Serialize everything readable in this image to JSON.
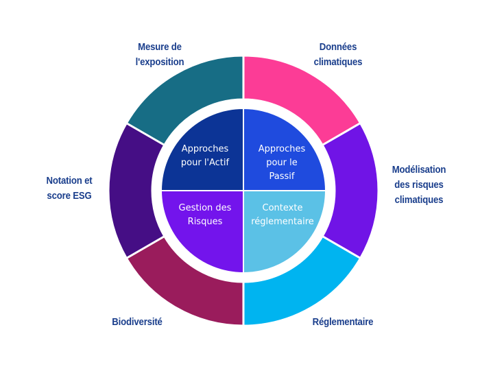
{
  "diagram": {
    "outer_segments": [
      {
        "label": "Données\nclimatiques",
        "color": "#fc3c96"
      },
      {
        "label": "Modélisation\ndes risques\nclimatiques",
        "color": "#7014e6"
      },
      {
        "label": "Réglementaire",
        "color": "#00b4f0"
      },
      {
        "label": "Biodiversité",
        "color": "#9a1c5c"
      },
      {
        "label": "Notation et\nscore  ESG",
        "color": "#450e85"
      },
      {
        "label": "Mesure de\nl'exposition",
        "color": "#176d85"
      }
    ],
    "inner_quadrants": [
      {
        "label": "Approches\npour l'Actif",
        "color": "#0c3496"
      },
      {
        "label": "Approches\npour le\nPassif",
        "color": "#1f4bde"
      },
      {
        "label": "Gestion des\nRisques",
        "color": "#7314ec"
      },
      {
        "label": "Contexte\nréglementaire",
        "color": "#5bc1e6"
      }
    ],
    "label_color": "#1a3e8c"
  }
}
